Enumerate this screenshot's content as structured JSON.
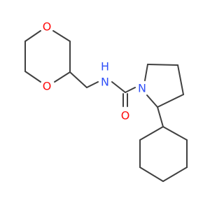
{
  "molecule": {
    "atoms": {
      "o1": {
        "symbol": "O",
        "color": "#ff0d0d"
      },
      "o2": {
        "symbol": "O",
        "color": "#ff0d0d"
      },
      "o3": {
        "symbol": "O",
        "color": "#ff0d0d"
      },
      "n1": {
        "symbol": "N",
        "color": "#3050f8",
        "h": "H"
      },
      "n2": {
        "symbol": "N",
        "color": "#3050f8"
      }
    },
    "bond_color": "#404040"
  }
}
